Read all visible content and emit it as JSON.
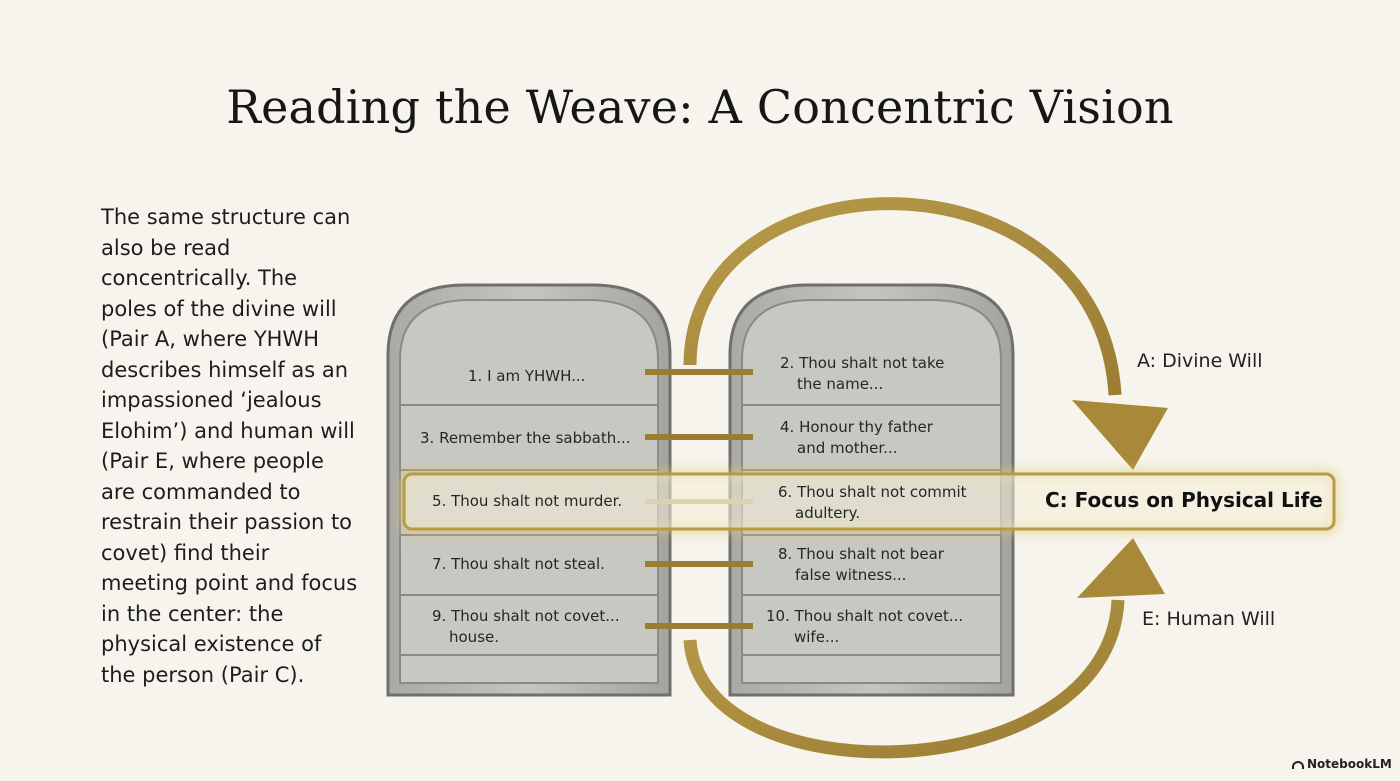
{
  "title": "Reading the Weave: A Concentric Vision",
  "body_lines": [
    "The same structure can",
    "also be read",
    "concentrically. The",
    "poles of the divine will",
    "(Pair A, where YHWH",
    "describes himself as an",
    "impassioned ‘jealous",
    "Elohim’) and human will",
    "(Pair E, where people",
    "are commanded to",
    "restrain their passion to",
    "covet) find their",
    "meeting point and focus",
    "in the center: the",
    "physical existence of",
    "the person (Pair C)."
  ],
  "left_tablet": [
    [
      "1. I am YHWH..."
    ],
    [
      "3. Remember the sabbath..."
    ],
    [
      "5. Thou shalt not murder."
    ],
    [
      "7. Thou shalt not steal."
    ],
    [
      "9. Thou shalt not covet...",
      "house."
    ]
  ],
  "right_tablet": [
    [
      "2. Thou shalt not take",
      "the name..."
    ],
    [
      "4. Honour thy father",
      "and mother..."
    ],
    [
      "6. Thou shalt not commit",
      "adultery."
    ],
    [
      "8. Thou shalt not bear",
      "false witness..."
    ],
    [
      "10. Thou shalt not covet...",
      "wife..."
    ]
  ],
  "labels": {
    "divine_will": "A: Divine Will",
    "focus": "C: Focus on Physical Life",
    "human_will": "E: Human Will"
  },
  "brand": "NotebookLM",
  "colors": {
    "background": "#f6f4ec",
    "stone": "#bcbcb8",
    "stone_edge": "#6f6f6b",
    "gold": "#a8893a",
    "highlight": "#c8a94e"
  }
}
